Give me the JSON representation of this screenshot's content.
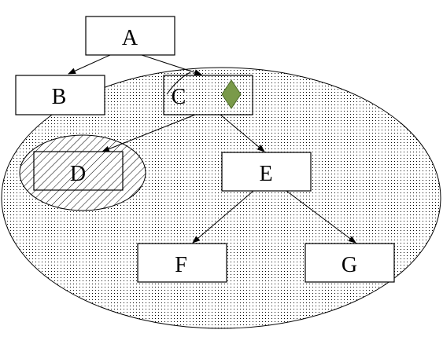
{
  "colors": {
    "background": "#ffffff",
    "stroke": "#000000",
    "diamond_fill": "#7a9a4a",
    "diamond_stroke": "#4d6a2a"
  },
  "nodes": {
    "A": "A",
    "B": "B",
    "C": "C",
    "D": "D",
    "E": "E",
    "F": "F",
    "G": "G"
  },
  "edges": [
    {
      "from": "A",
      "to": "B"
    },
    {
      "from": "A",
      "to": "C"
    },
    {
      "from": "C",
      "to": "D"
    },
    {
      "from": "C",
      "to": "E"
    },
    {
      "from": "E",
      "to": "F"
    },
    {
      "from": "E",
      "to": "G"
    }
  ],
  "regions": [
    {
      "name": "large-dotted-region",
      "pattern": "dots",
      "contains": [
        "C",
        "D",
        "E",
        "F",
        "G"
      ]
    },
    {
      "name": "small-hatched-region",
      "pattern": "diagonal-hatch",
      "contains": [
        "D"
      ]
    }
  ],
  "marker": {
    "shape": "diamond",
    "attached_to": "C"
  }
}
